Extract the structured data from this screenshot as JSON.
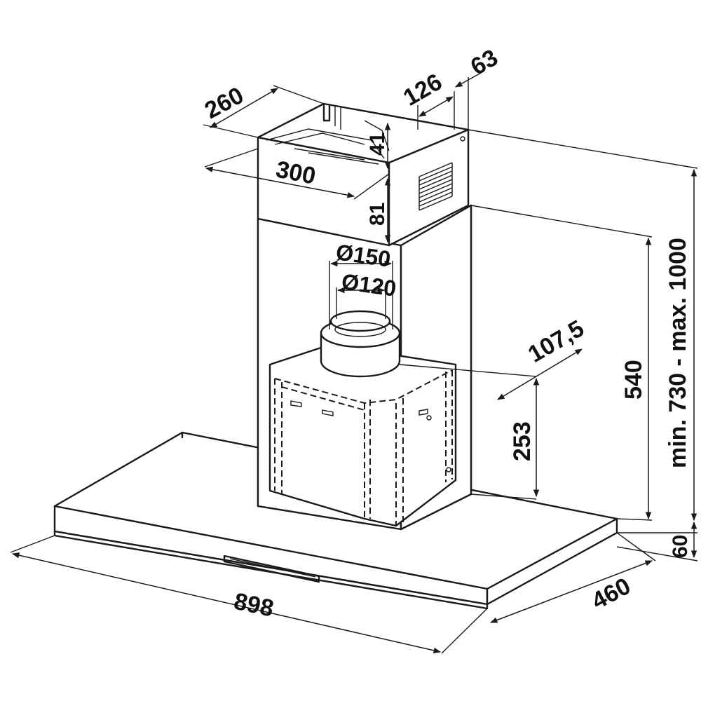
{
  "dimensions": {
    "top_depth": "260",
    "top_width": "300",
    "top_offset_a": "126",
    "top_offset_b": "63",
    "inner_small": "41",
    "top_height": "81",
    "duct_outer_diameter": "Ø150",
    "duct_inner_diameter": "Ø120",
    "outlet_offset": "107,5",
    "motor_height": "253",
    "chimney_height": "540",
    "total_height_range": "min. 730 - max. 1000",
    "canopy_thickness": "60",
    "canopy_width": "898",
    "canopy_depth": "460"
  },
  "colors": {
    "line": "#1a1a1a",
    "background": "#ffffff"
  }
}
